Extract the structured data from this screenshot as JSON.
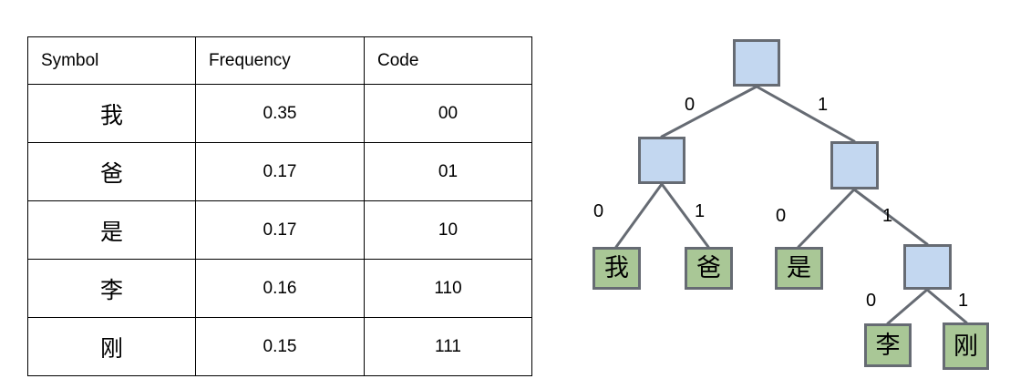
{
  "table": {
    "headers": [
      "Symbol",
      "Frequency",
      "Code"
    ],
    "rows": [
      {
        "symbol": "我",
        "frequency": "0.35",
        "code": "00"
      },
      {
        "symbol": "爸",
        "frequency": "0.17",
        "code": "01"
      },
      {
        "symbol": "是",
        "frequency": "0.17",
        "code": "10"
      },
      {
        "symbol": "李",
        "frequency": "0.16",
        "code": "110"
      },
      {
        "symbol": "刚",
        "frequency": "0.15",
        "code": "111"
      }
    ]
  },
  "tree": {
    "colors": {
      "internal_fill": "#c3d7f0",
      "leaf_fill": "#a9c796",
      "node_border": "#666b73",
      "edge_stroke": "#666b73",
      "table_border": "#000000"
    },
    "nodes": [
      {
        "id": "root",
        "kind": "internal",
        "label": ""
      },
      {
        "id": "n0",
        "kind": "internal",
        "label": ""
      },
      {
        "id": "n1",
        "kind": "internal",
        "label": ""
      },
      {
        "id": "n11",
        "kind": "internal",
        "label": ""
      },
      {
        "id": "leaf00",
        "kind": "leaf",
        "label": "我"
      },
      {
        "id": "leaf01",
        "kind": "leaf",
        "label": "爸"
      },
      {
        "id": "leaf10",
        "kind": "leaf",
        "label": "是"
      },
      {
        "id": "leaf110",
        "kind": "leaf",
        "label": "李"
      },
      {
        "id": "leaf111",
        "kind": "leaf",
        "label": "刚"
      }
    ],
    "edge_labels": {
      "root_left": "0",
      "root_right": "1",
      "n0_left": "0",
      "n0_right": "1",
      "n1_left": "0",
      "n1_right": "1",
      "n11_left": "0",
      "n11_right": "1"
    }
  },
  "chart_data": {
    "type": "table",
    "title": "Huffman coding: symbol frequency and code table with code tree",
    "columns": [
      "Symbol",
      "Frequency",
      "Code"
    ],
    "rows": [
      [
        "我",
        0.35,
        "00"
      ],
      [
        "爸",
        0.17,
        "01"
      ],
      [
        "是",
        0.17,
        "10"
      ],
      [
        "李",
        0.16,
        "110"
      ],
      [
        "刚",
        0.15,
        "111"
      ]
    ]
  }
}
